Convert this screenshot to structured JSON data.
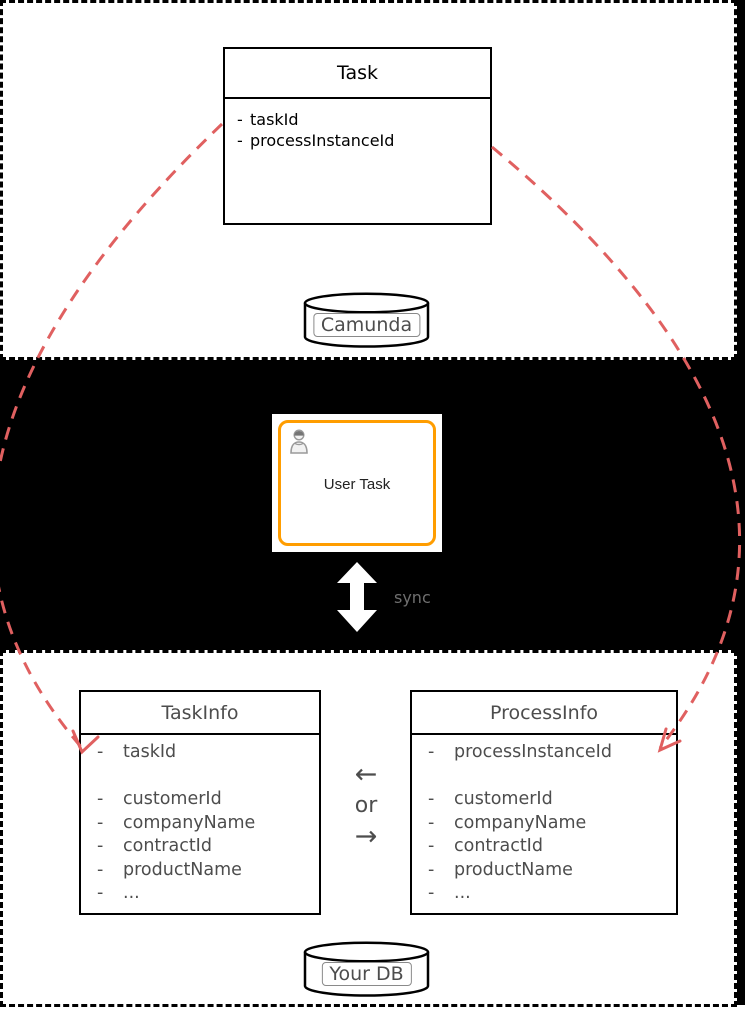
{
  "top_section": {
    "class_box": {
      "title": "Task",
      "attributes": [
        "taskId",
        "processInstanceId"
      ]
    },
    "database": {
      "label": "Camunda"
    }
  },
  "middle_section": {
    "user_task": {
      "label": "User Task",
      "icon": "user-icon"
    },
    "sync": {
      "label": "sync"
    }
  },
  "bottom_section": {
    "task_info_box": {
      "title": "TaskInfo",
      "attributes": [
        "taskId",
        "",
        "customerId",
        "companyName",
        "contractId",
        "productName",
        "..."
      ]
    },
    "process_info_box": {
      "title": "ProcessInfo",
      "attributes": [
        "processInstanceId",
        "",
        "customerId",
        "companyName",
        "contractId",
        "productName",
        "..."
      ]
    },
    "or_selector": {
      "left_arrow": "←",
      "label": "or",
      "right_arrow": "→"
    },
    "database": {
      "label": "Your DB"
    }
  },
  "colors": {
    "bpmn_task_border": "#ff9d00",
    "mapping_arrow_red": "#e06060",
    "band_background": "#000000",
    "attribute_text_gray": "#4d4d4d"
  }
}
